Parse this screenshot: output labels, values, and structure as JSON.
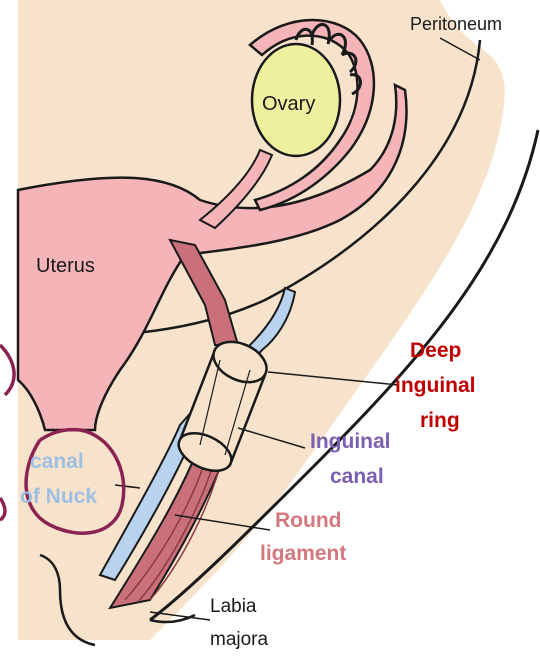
{
  "labels": {
    "peritoneum": "Peritoneum",
    "ovary": "Ovary",
    "uterus": "Uterus",
    "deep_inguinal_ring_line1": "Deep",
    "deep_inguinal_ring_line2": "inguinal",
    "deep_inguinal_ring_line3": "ring",
    "inguinal_canal_line1": "Inguinal",
    "inguinal_canal_line2": "canal",
    "canal_of_nuck_line1": "canal",
    "canal_of_nuck_line2": "of Nuck",
    "round_ligament_line1": "Round",
    "round_ligament_line2": "ligament",
    "labia_majora_line1": "Labia",
    "labia_majora_line2": "majora"
  },
  "colors": {
    "skin": "#f7e3cc",
    "uterus_pink": "#f4b4b8",
    "ovary_yellow": "#eef0a0",
    "ligament": "#c9707a",
    "canal_blue": "#b9d3ee",
    "outline": "#1a1a1a",
    "deep_ring_text": "#c00000",
    "inguinal_canal_text": "#7b5fb0",
    "canal_of_nuck_text": "#9dbfe3",
    "round_ligament_text": "#d4777f",
    "circle_annotation": "#8b2252"
  }
}
